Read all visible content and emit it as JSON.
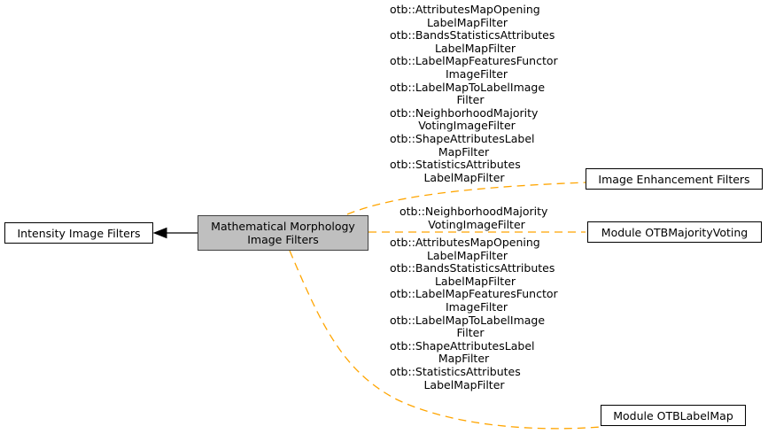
{
  "diagram": {
    "type": "doxygen-group-graph",
    "colors": {
      "dependency_edge": "#ffa500",
      "inheritance_edge": "#000000",
      "current_node_fill": "#bfbfbf",
      "node_fill": "#ffffff"
    },
    "nodes": {
      "intensity": {
        "label_lines": [
          "Intensity Image Filters"
        ]
      },
      "current": {
        "label_lines": [
          "Mathematical Morphology",
          "Image Filters"
        ]
      },
      "enhancement": {
        "label_lines": [
          "Image Enhancement Filters"
        ]
      },
      "majority": {
        "label_lines": [
          "Module OTBMajorityVoting"
        ]
      },
      "labelmap": {
        "label_lines": [
          "Module OTBLabelMap"
        ]
      }
    },
    "edges": [
      {
        "from": "current",
        "to": "intensity",
        "style": "solid",
        "arrow": "filled"
      },
      {
        "from": "current",
        "to": "enhancement",
        "style": "dashed"
      },
      {
        "from": "current",
        "to": "majority",
        "style": "dashed"
      },
      {
        "from": "current",
        "to": "labelmap",
        "style": "dashed"
      }
    ],
    "edge_labels": {
      "enhancement": [
        {
          "line1": "otb::AttributesMapOpening",
          "line2": "LabelMapFilter"
        },
        {
          "line1": "otb::BandsStatisticsAttributes",
          "line2": "LabelMapFilter"
        },
        {
          "line1": "otb::LabelMapFeaturesFunctor",
          "line2": "ImageFilter"
        },
        {
          "line1": "otb::LabelMapToLabelImage",
          "line2": "Filter"
        },
        {
          "line1": "otb::NeighborhoodMajority",
          "line2": "VotingImageFilter"
        },
        {
          "line1": "otb::ShapeAttributesLabel",
          "line2": "MapFilter"
        },
        {
          "line1": "otb::StatisticsAttributes",
          "line2": "LabelMapFilter"
        }
      ],
      "majority": [
        {
          "line1": "otb::NeighborhoodMajority",
          "line2": "VotingImageFilter"
        }
      ],
      "labelmap": [
        {
          "line1": "otb::AttributesMapOpening",
          "line2": "LabelMapFilter"
        },
        {
          "line1": "otb::BandsStatisticsAttributes",
          "line2": "LabelMapFilter"
        },
        {
          "line1": "otb::LabelMapFeaturesFunctor",
          "line2": "ImageFilter"
        },
        {
          "line1": "otb::LabelMapToLabelImage",
          "line2": "Filter"
        },
        {
          "line1": "otb::ShapeAttributesLabel",
          "line2": "MapFilter"
        },
        {
          "line1": "otb::StatisticsAttributes",
          "line2": "LabelMapFilter"
        }
      ]
    }
  }
}
